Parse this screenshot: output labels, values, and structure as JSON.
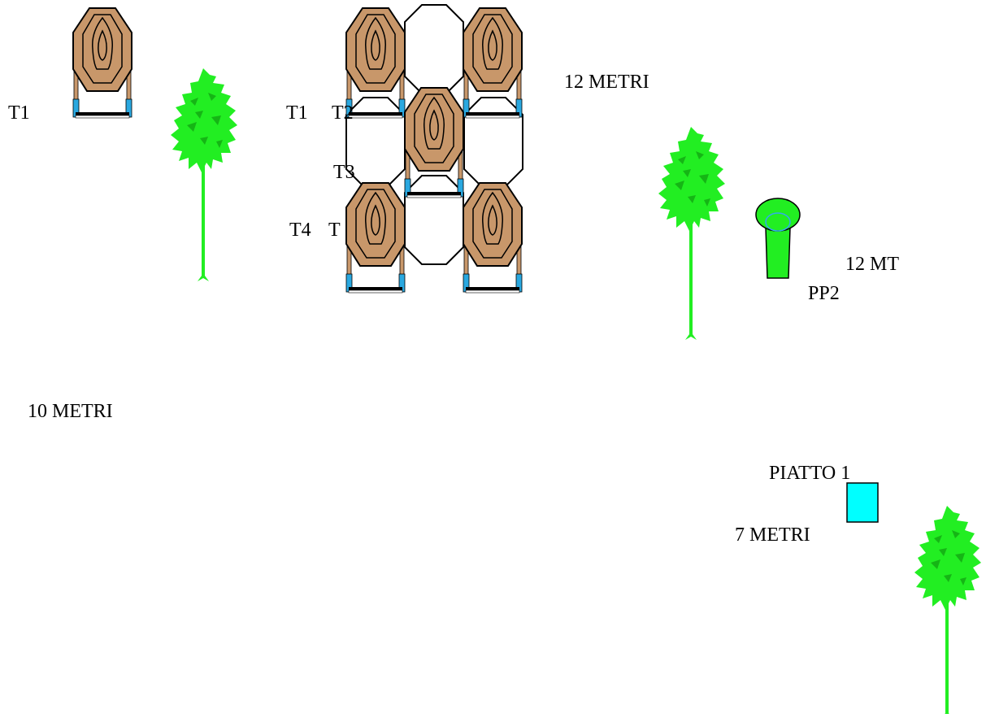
{
  "labels": {
    "t1_single": "T1",
    "t1_group": "T1",
    "t2": "T2",
    "t3": "T3",
    "t4": "T4",
    "t5": "T",
    "dist_12_metri": "12 METRI",
    "dist_12_mt": "12 MT",
    "pp2": "PP2",
    "dist_10_metri": "10 METRI",
    "piatto_1": "PIATTO 1",
    "dist_7_metri": "7 METRI"
  },
  "colors": {
    "target_fill": "#c8976a",
    "target_leg": "#2aa8e0",
    "tree_fill": "#22ee22",
    "tree_dark": "#15b515",
    "popper_fill": "#22ee22",
    "popper_ring": "#33aaee",
    "plate_fill": "#00ffff",
    "nonthreat_fill": "#ffffff"
  },
  "icons": [
    "paper-target-icon",
    "no-shoot-target-icon",
    "tree-icon",
    "popper-icon",
    "plate-icon"
  ]
}
